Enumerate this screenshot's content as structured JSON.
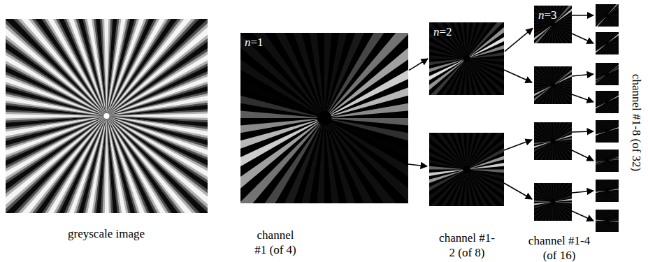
{
  "diagram": {
    "nodes": [
      {
        "text": [
          "n=1"
        ]
      },
      {
        "text": [
          "n=2"
        ]
      },
      {
        "text": [
          "n=3"
        ]
      }
    ],
    "edges": [
      {
        "from": 0,
        "to": 1,
        "arrow": "to"
      },
      {
        "from": 1,
        "to": 2,
        "arrow": "to"
      }
    ],
    "labels": [
      "greyscale image",
      "channel #1 (of 4)",
      "channel #1-2 (of 8)",
      "channel #1-4 (of 16)",
      "channel #1-8 (of 32)"
    ]
  }
}
